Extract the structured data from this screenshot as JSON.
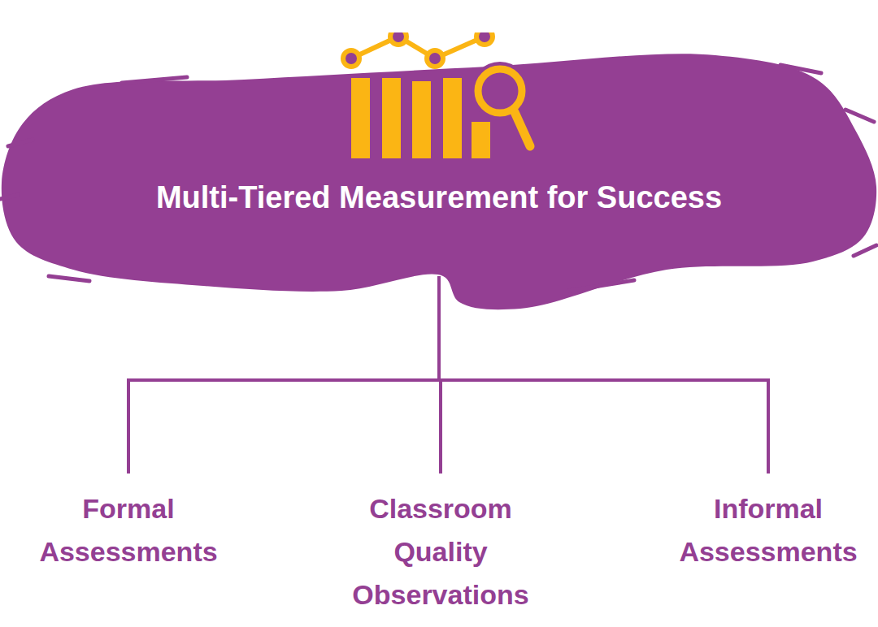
{
  "diagram": {
    "nodes": [
      {
        "text": [
          "Multi-Tiered Measurement for Success"
        ]
      },
      {
        "text": [
          "Formal Assessments"
        ]
      },
      {
        "text": [
          "Classroom Quality Observations"
        ]
      },
      {
        "text": [
          "Informal Assessments"
        ]
      }
    ],
    "edges": [
      {
        "from": 0,
        "to": 1,
        "arrow": "none"
      },
      {
        "from": 0,
        "to": 2,
        "arrow": "none"
      },
      {
        "from": 0,
        "to": 3,
        "arrow": "none"
      }
    ]
  }
}
